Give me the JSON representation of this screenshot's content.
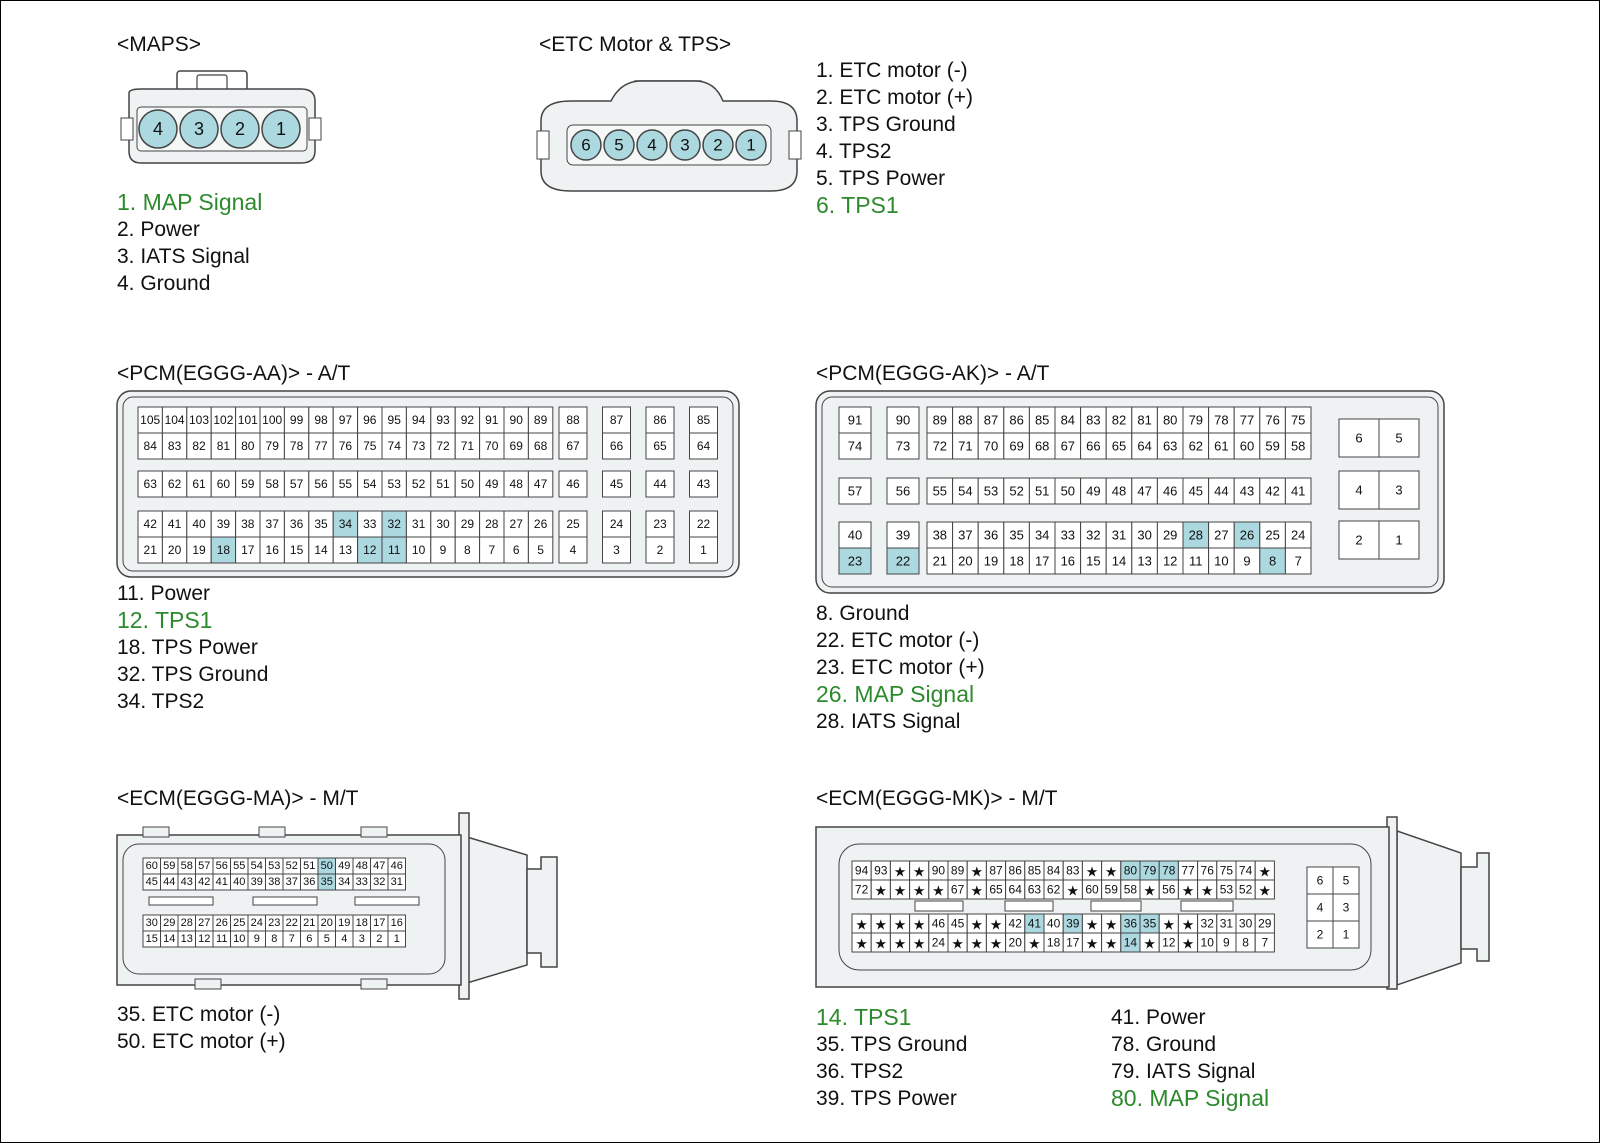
{
  "colors": {
    "highlight_text": "#2d8a2d",
    "pin_highlight": "#acd8e0",
    "body_fill": "#e9eeef",
    "stroke": "#444444"
  },
  "maps": {
    "title": "<MAPS>",
    "pins": [
      "4",
      "3",
      "2",
      "1"
    ],
    "legend": [
      {
        "text": "1. MAP Signal",
        "highlight": true
      },
      {
        "text": "2. Power",
        "highlight": false
      },
      {
        "text": "3. IATS Signal",
        "highlight": false
      },
      {
        "text": "4. Ground",
        "highlight": false
      }
    ]
  },
  "etc": {
    "title": "<ETC Motor & TPS>",
    "pins": [
      "6",
      "5",
      "4",
      "3",
      "2",
      "1"
    ],
    "legend": [
      {
        "text": "1. ETC motor (-)",
        "highlight": false
      },
      {
        "text": "2. ETC motor (+)",
        "highlight": false
      },
      {
        "text": "3. TPS Ground",
        "highlight": false
      },
      {
        "text": "4. TPS2",
        "highlight": false
      },
      {
        "text": "5. TPS Power",
        "highlight": false
      },
      {
        "text": "6. TPS1",
        "highlight": true
      }
    ]
  },
  "pcm_aa": {
    "title": "<PCM(EGGG-AA)> - A/T",
    "highlighted": [
      "34",
      "32",
      "18",
      "12",
      "11"
    ],
    "legend": [
      {
        "text": "11. Power",
        "highlight": false
      },
      {
        "text": "12. TPS1",
        "highlight": true
      },
      {
        "text": "18. TPS Power",
        "highlight": false
      },
      {
        "text": "32. TPS Ground",
        "highlight": false
      },
      {
        "text": "34. TPS2",
        "highlight": false
      }
    ]
  },
  "pcm_ak": {
    "title": "<PCM(EGGG-AK)> - A/T",
    "highlighted": [
      "23",
      "22",
      "28",
      "26",
      "8"
    ],
    "legend": [
      {
        "text": "8. Ground",
        "highlight": false
      },
      {
        "text": "22. ETC motor (-)",
        "highlight": false
      },
      {
        "text": "23. ETC motor (+)",
        "highlight": false
      },
      {
        "text": "26. MAP Signal",
        "highlight": true
      },
      {
        "text": "28. IATS Signal",
        "highlight": false
      }
    ]
  },
  "ecm_ma": {
    "title": "<ECM(EGGG-MA)> - M/T",
    "highlighted": [
      "50",
      "35"
    ],
    "legend": [
      {
        "text": "35. ETC motor (-)",
        "highlight": false
      },
      {
        "text": "50. ETC motor (+)",
        "highlight": false
      }
    ]
  },
  "ecm_mk": {
    "title": "<ECM(EGGG-MK)> - M/T",
    "highlighted": [
      "80",
      "79",
      "78",
      "41",
      "39",
      "36",
      "35",
      "14"
    ],
    "legend_left": [
      {
        "text": "14. TPS1",
        "highlight": true
      },
      {
        "text": "35. TPS Ground",
        "highlight": false
      },
      {
        "text": "36. TPS2",
        "highlight": false
      },
      {
        "text": "39. TPS Power",
        "highlight": false
      }
    ],
    "legend_right": [
      {
        "text": "41. Power",
        "highlight": false
      },
      {
        "text": "78. Ground",
        "highlight": false
      },
      {
        "text": "79. IATS Signal",
        "highlight": false
      },
      {
        "text": "80. MAP Signal",
        "highlight": true
      }
    ]
  }
}
